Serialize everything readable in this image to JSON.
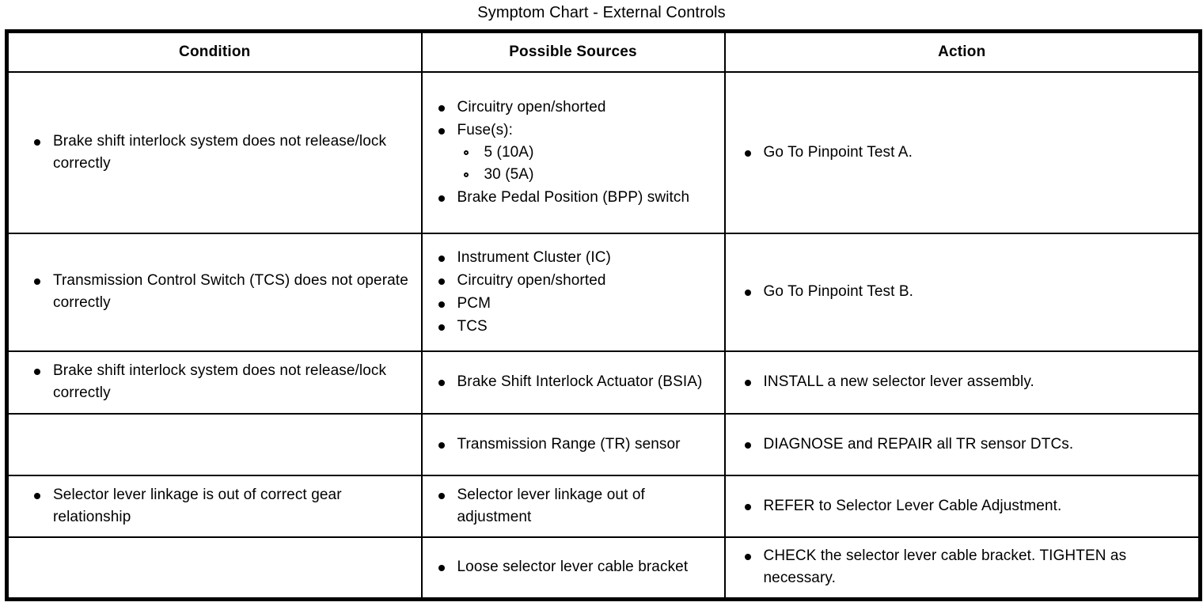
{
  "title": "Symptom Chart - External Controls",
  "table": {
    "headers": [
      "Condition",
      "Possible Sources",
      "Action"
    ],
    "rows": [
      {
        "condition": [
          "Brake shift interlock system does not release/lock correctly"
        ],
        "sources": [
          {
            "text": "Circuitry open/shorted"
          },
          {
            "text": "Fuse(s):",
            "sub": [
              "5 (10A)",
              "30 (5A)"
            ]
          },
          {
            "text": "Brake Pedal Position (BPP) switch"
          }
        ],
        "action": [
          "Go To Pinpoint Test A."
        ]
      },
      {
        "condition": [
          "Transmission Control Switch (TCS) does not operate correctly"
        ],
        "sources": [
          {
            "text": "Instrument Cluster (IC)"
          },
          {
            "text": "Circuitry open/shorted"
          },
          {
            "text": "PCM"
          },
          {
            "text": "TCS"
          }
        ],
        "action": [
          "Go To Pinpoint Test B."
        ]
      },
      {
        "condition": [
          "Brake shift interlock system does not release/lock correctly"
        ],
        "sources": [
          {
            "text": "Brake Shift Interlock Actuator (BSIA)"
          }
        ],
        "action": [
          "INSTALL a new selector lever assembly."
        ]
      },
      {
        "condition": [],
        "sources": [
          {
            "text": "Transmission Range (TR) sensor"
          }
        ],
        "action": [
          "DIAGNOSE and REPAIR all TR sensor DTCs."
        ]
      },
      {
        "condition": [
          "Selector lever linkage is out of correct gear relationship"
        ],
        "sources": [
          {
            "text": "Selector lever linkage out of adjustment"
          }
        ],
        "action": [
          "REFER to Selector Lever Cable Adjustment."
        ]
      },
      {
        "condition": [],
        "sources": [
          {
            "text": "Loose selector lever cable bracket"
          }
        ],
        "action": [
          "CHECK the selector lever cable bracket. TIGHTEN as necessary."
        ]
      }
    ]
  },
  "colors": {
    "text": "#000000",
    "background": "#ffffff",
    "border": "#000000"
  }
}
